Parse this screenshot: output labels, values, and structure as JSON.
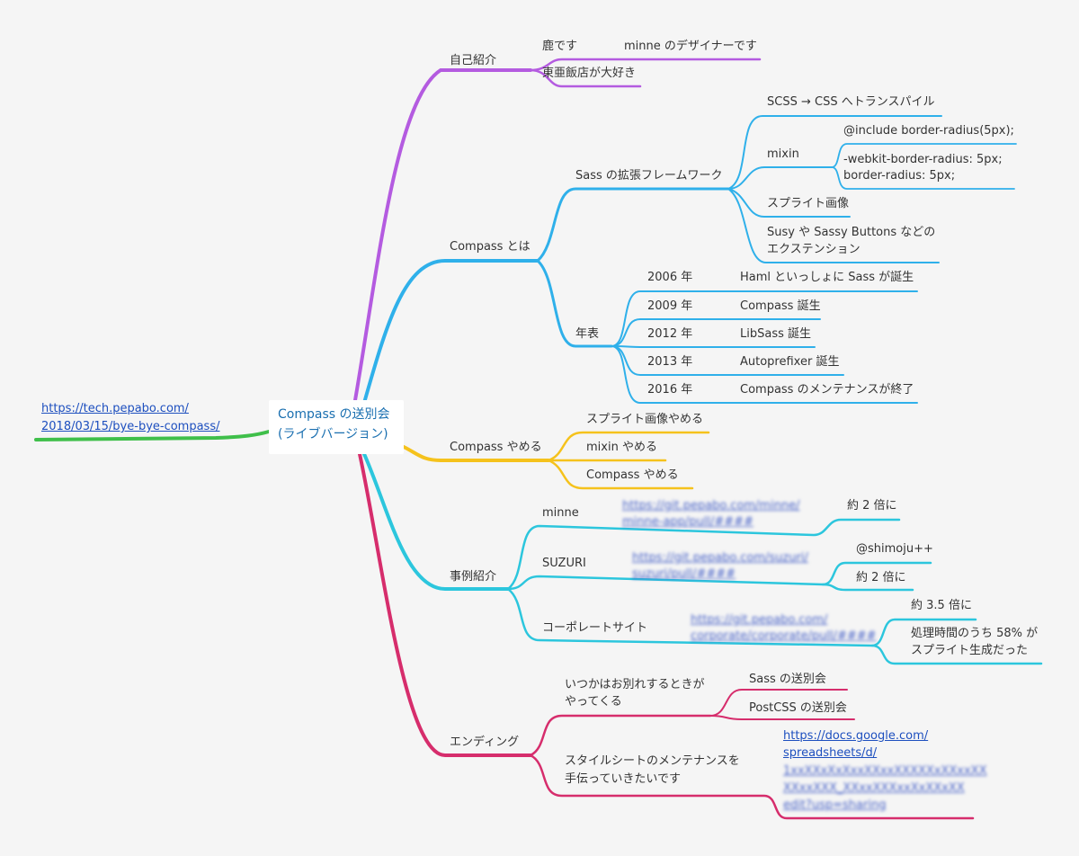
{
  "colors": {
    "purple": "#b45be0",
    "blue": "#2fb0ea",
    "yellow": "#f5c21c",
    "cyan": "#2cc6dd",
    "crimson": "#d62d6c",
    "green": "#3fbf4a",
    "link": "#1d4fbf"
  },
  "root": {
    "line1": "Compass の送別会",
    "line2": "(ライブバージョン)"
  },
  "source": {
    "line1": "https://tech.pepabo.com/",
    "line2": "2018/03/15/bye-bye-compass/"
  },
  "self_intro": {
    "label": "自己紹介",
    "deer": "鹿です",
    "designer": "minne のデザイナーです",
    "restaurant": "東亜飯店が大好き"
  },
  "about": {
    "label": "Compass とは",
    "framework": {
      "label": "Sass の拡張フレームワーク",
      "transpile": "SCSS → CSS へトランスパイル",
      "mixin": {
        "label": "mixin",
        "include": "@include border-radius(5px);",
        "out1": "-webkit-border-radius: 5px;",
        "out2": "border-radius: 5px;"
      },
      "sprite": "スプライト画像",
      "ext1": "Susy や Sassy Buttons などの",
      "ext2": "エクステンション"
    },
    "timeline": {
      "label": "年表",
      "rows": [
        {
          "year": "2006 年",
          "event": "Haml といっしょに Sass が誕生"
        },
        {
          "year": "2009 年",
          "event": "Compass 誕生"
        },
        {
          "year": "2012 年",
          "event": "LibSass 誕生"
        },
        {
          "year": "2013 年",
          "event": "Autoprefixer 誕生"
        },
        {
          "year": "2016 年",
          "event": "Compass のメンテナンスが終了"
        }
      ]
    }
  },
  "quit": {
    "label": "Compass やめる",
    "items": [
      "スプライト画像やめる",
      "mixin やめる",
      "Compass やめる"
    ]
  },
  "cases": {
    "label": "事例紹介",
    "minne": {
      "label": "minne",
      "link1": "https://git.pepabo.com/minne/",
      "link2": "minne-app/pull/####",
      "result": "約 2 倍に"
    },
    "suzuri": {
      "label": "SUZURI",
      "link1": "https://git.pepabo.com/suzuri/",
      "link2": "suzuri/pull/####",
      "thanks": "@shimoju++",
      "result": "約 2 倍に"
    },
    "corporate": {
      "label": "コーポレートサイト",
      "link1": "https://git.pepabo.com/",
      "link2": "corporate/corporate/pull/####",
      "result": "約 3.5 倍に",
      "note1": "処理時間のうち 58% が",
      "note2": "スプライト生成だった"
    }
  },
  "ending": {
    "label": "エンディング",
    "farewell": {
      "line1": "いつかはお別れするときが",
      "line2": "やってくる",
      "sass": "Sass の送別会",
      "postcss": "PostCSS の送別会"
    },
    "maintain": {
      "line1": "スタイルシートのメンテナンスを",
      "line2": "手伝っていきたいです",
      "link1": "https://docs.google.com/",
      "link2": "spreadsheets/d/",
      "link3": "1xxXXxXxXxxXXxxXXXXXxXXxxXX",
      "link4": "XXxxXXX_XXxxXXXxxXxXXxXX",
      "link5": "edit?usp=sharing"
    }
  }
}
